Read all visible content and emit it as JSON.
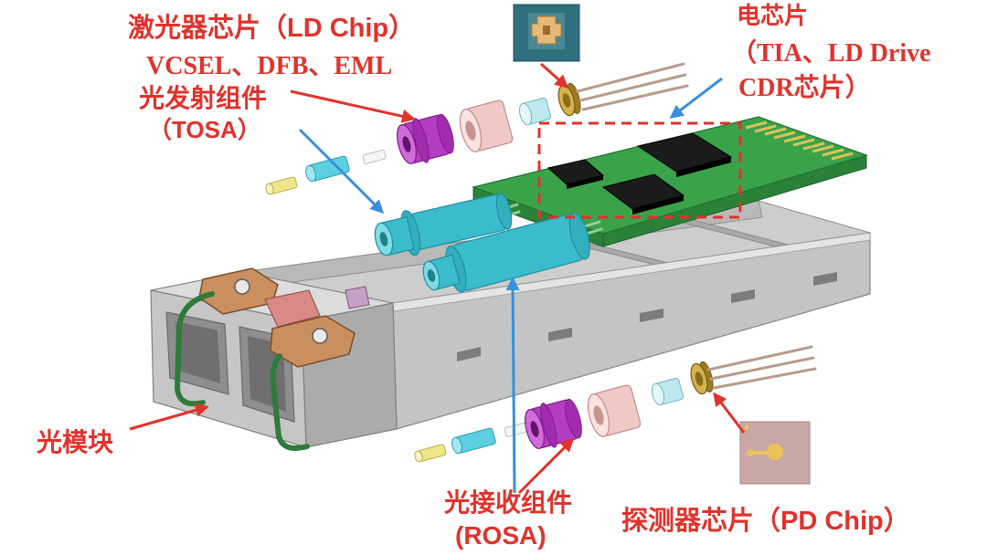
{
  "labels": {
    "ld_chip": "激光器芯片（LD Chip）",
    "ld_types": "VCSEL、DFB、EML",
    "tosa_cn": "光发射组件",
    "tosa_en": "（TOSA）",
    "elec_chip": "电芯片",
    "elec_types_1": "（TIA、LD Drive",
    "elec_types_2": "CDR芯片）",
    "module": "光模块",
    "rosa_cn": "光接收组件",
    "rosa_en": "(ROSA)",
    "pd_chip": "探测器芯片（PD Chip）"
  },
  "colors": {
    "label_red": "#e1322c",
    "arrow_red": "#e1322c",
    "arrow_blue": "#3a8fd8",
    "housing_gray": "#c4c4c4",
    "pcb_green": "#3aa34a",
    "osa_cyan": "#3bbccd",
    "part_magenta": "#b43cc0",
    "part_pink": "#f0c8c5",
    "chip_black": "#1b1b1b"
  }
}
